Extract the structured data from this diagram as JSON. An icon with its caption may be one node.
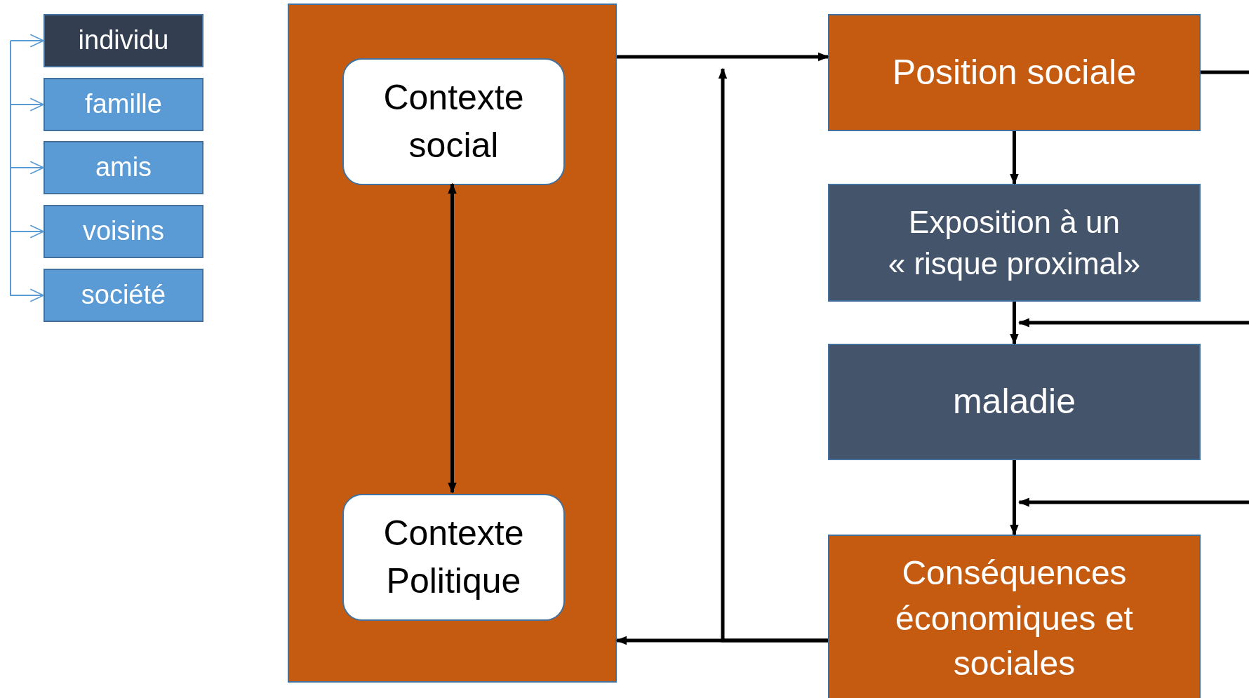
{
  "diagram": {
    "nodes": [
      {
        "text": [
          "individu"
        ]
      },
      {
        "text": [
          "famille"
        ]
      },
      {
        "text": [
          "amis"
        ]
      },
      {
        "text": [
          "voisins"
        ]
      },
      {
        "text": [
          "société"
        ]
      },
      {
        "text": [],
        "shape": "box"
      },
      {
        "text": [
          "Contexte social"
        ],
        "in": 5
      },
      {
        "text": [
          "Contexte Politique"
        ],
        "in": 5
      },
      {
        "text": [
          "Position sociale"
        ]
      },
      {
        "text": [
          "Exposition à un « risque proximal»"
        ]
      },
      {
        "text": [
          "maladie"
        ]
      },
      {
        "text": [
          "Conséquences économiques et sociales"
        ]
      }
    ],
    "edges": [
      {
        "from": null,
        "to": 0,
        "arrow": "to",
        "color": "#5b9bd5"
      },
      {
        "from": null,
        "to": 1,
        "arrow": "to",
        "color": "#5b9bd5"
      },
      {
        "from": null,
        "to": 2,
        "arrow": "to",
        "color": "#5b9bd5"
      },
      {
        "from": null,
        "to": 3,
        "arrow": "to",
        "color": "#5b9bd5"
      },
      {
        "from": null,
        "to": 4,
        "arrow": "to",
        "color": "#5b9bd5"
      },
      {
        "from": 6,
        "to": 7,
        "arrow": "both"
      },
      {
        "from": 5,
        "to": 8,
        "arrow": "to"
      },
      {
        "from": 8,
        "to": 9,
        "arrow": "to"
      },
      {
        "from": 9,
        "to": 10,
        "arrow": "to"
      },
      {
        "from": 10,
        "to": 11,
        "arrow": "to"
      },
      {
        "from": 11,
        "to": 5,
        "arrow": "to"
      },
      {
        "from": 11,
        "to": 8,
        "arrow": "to"
      },
      {
        "from": 8,
        "to": null,
        "arrow": "none"
      },
      {
        "from": null,
        "to": 10,
        "arrow": "to"
      },
      {
        "from": null,
        "to": 11,
        "arrow": "to"
      }
    ]
  }
}
